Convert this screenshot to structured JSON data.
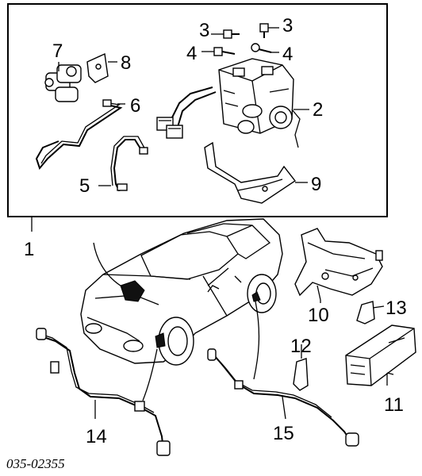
{
  "callouts": {
    "c1": "1",
    "c2": "2",
    "c3a": "3",
    "c3b": "3",
    "c4a": "4",
    "c4b": "4",
    "c5": "5",
    "c6": "6",
    "c7": "7",
    "c8": "8",
    "c9": "9",
    "c10": "10",
    "c11": "11",
    "c12": "12",
    "c13": "13",
    "c14": "14",
    "c15": "15"
  },
  "diagram_code": "035-02355"
}
